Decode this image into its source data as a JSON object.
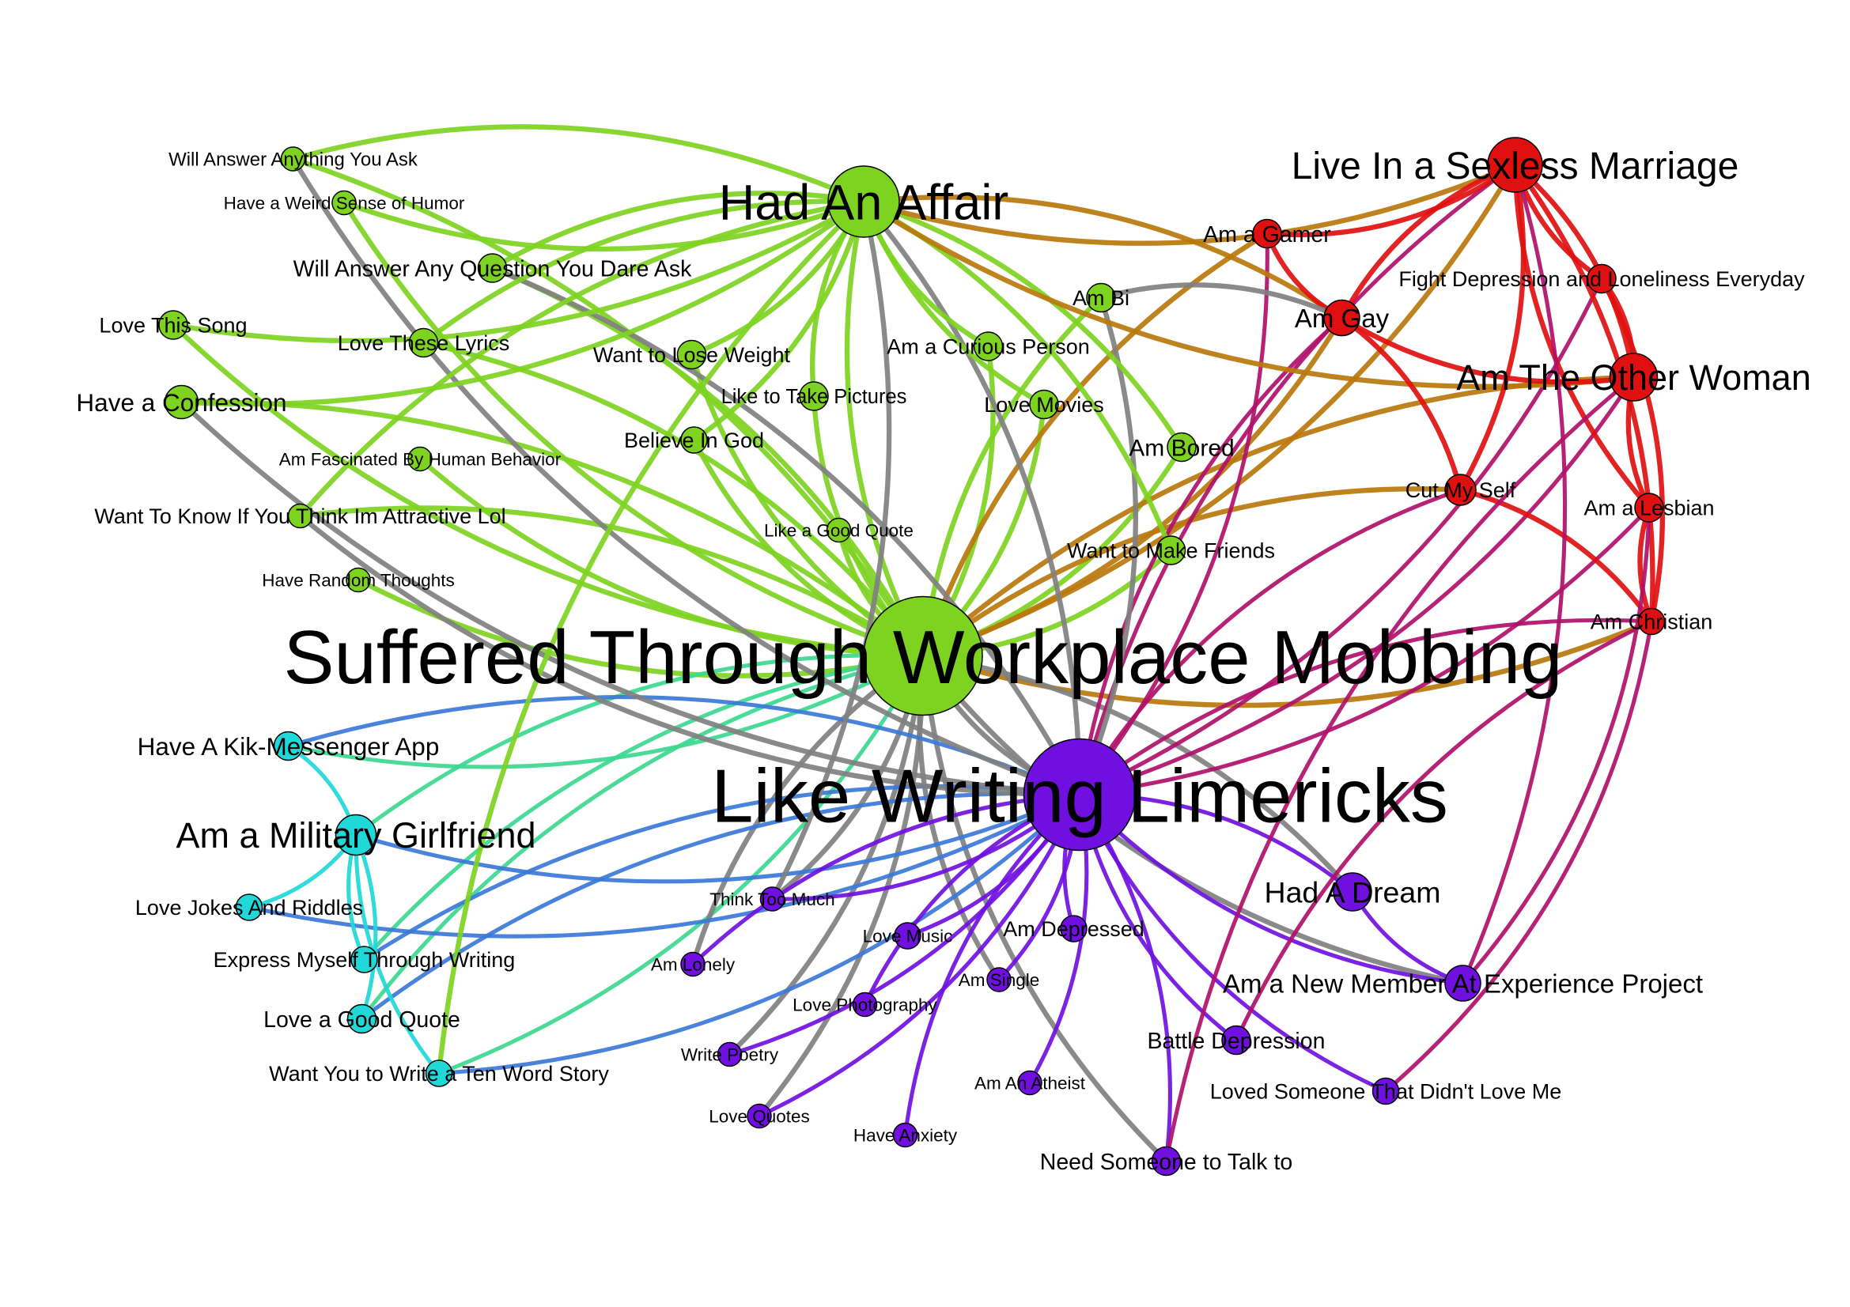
{
  "title": "",
  "community_colors": {
    "green": "#7ed321",
    "red": "#e01010",
    "purple": "#7010e0",
    "cyan": "#20d8d8",
    "brown": "#b8780c",
    "magenta": "#b0106a",
    "gray": "#808080",
    "blue": "#3a78d8",
    "teal": "#3cd890"
  },
  "nodes": [
    {
      "id": "mobbing",
      "label": "Suffered Through Workplace Mobbing",
      "group": "green"
    },
    {
      "id": "limericks",
      "label": "Like Writing Limericks",
      "group": "purple"
    },
    {
      "id": "affair",
      "label": "Had An Affair",
      "group": "green"
    },
    {
      "id": "sexless",
      "label": "Live In a Sexless Marriage",
      "group": "red"
    },
    {
      "id": "otherwoman",
      "label": "Am The Other Woman",
      "group": "red"
    },
    {
      "id": "military",
      "label": "Am a Military Girlfriend",
      "group": "cyan"
    },
    {
      "id": "dream",
      "label": "Had A Dream",
      "group": "purple"
    },
    {
      "id": "newmember",
      "label": "Am a New Member At Experience Project",
      "group": "purple"
    },
    {
      "id": "gay",
      "label": "Am Gay",
      "group": "red"
    },
    {
      "id": "gamer",
      "label": "Am a Gamer",
      "group": "red"
    },
    {
      "id": "fightdep",
      "label": "Fight Depression and Loneliness Everyday",
      "group": "red"
    },
    {
      "id": "cutmyself",
      "label": "Cut My Self",
      "group": "red"
    },
    {
      "id": "lesbian",
      "label": "Am a Lesbian",
      "group": "red"
    },
    {
      "id": "christian",
      "label": "Am Christian",
      "group": "red"
    },
    {
      "id": "willanswer",
      "label": "Will Answer Anything You Ask",
      "group": "green"
    },
    {
      "id": "weirdhumor",
      "label": "Have a Weird Sense of Humor",
      "group": "green"
    },
    {
      "id": "dareask",
      "label": "Will Answer Any Question You Dare Ask",
      "group": "green"
    },
    {
      "id": "lovesong",
      "label": "Love This Song",
      "group": "green"
    },
    {
      "id": "lyrics",
      "label": "Love These Lyrics",
      "group": "green"
    },
    {
      "id": "loseweight",
      "label": "Want to Lose Weight",
      "group": "green"
    },
    {
      "id": "curious",
      "label": "Am a Curious Person",
      "group": "green"
    },
    {
      "id": "bi",
      "label": "Am Bi",
      "group": "green"
    },
    {
      "id": "confession",
      "label": "Have a Confession",
      "group": "green"
    },
    {
      "id": "pictures",
      "label": "Like to Take Pictures",
      "group": "green"
    },
    {
      "id": "movies",
      "label": "Love Movies",
      "group": "green"
    },
    {
      "id": "god",
      "label": "Believe In God",
      "group": "green"
    },
    {
      "id": "bored",
      "label": "Am Bored",
      "group": "green"
    },
    {
      "id": "fascinated",
      "label": "Am Fascinated By Human Behavior",
      "group": "green"
    },
    {
      "id": "attractive",
      "label": "Want To Know If You Think Im Attractive Lol",
      "group": "green"
    },
    {
      "id": "goodquote",
      "label": "Like a Good Quote",
      "group": "green"
    },
    {
      "id": "friends",
      "label": "Want to Make Friends",
      "group": "green"
    },
    {
      "id": "random",
      "label": "Have Random Thoughts",
      "group": "green"
    },
    {
      "id": "kik",
      "label": "Have A Kik-Messenger App",
      "group": "cyan"
    },
    {
      "id": "jokes",
      "label": "Love Jokes And Riddles",
      "group": "cyan"
    },
    {
      "id": "expresswriting",
      "label": "Express Myself Through Writing",
      "group": "cyan"
    },
    {
      "id": "lovegoodquote",
      "label": "Love a Good Quote",
      "group": "cyan"
    },
    {
      "id": "tenword",
      "label": "Want You to Write a Ten Word Story",
      "group": "cyan"
    },
    {
      "id": "thinktoo",
      "label": "Think Too Much",
      "group": "purple"
    },
    {
      "id": "lonely",
      "label": "Am Lonely",
      "group": "purple"
    },
    {
      "id": "music",
      "label": "Love Music",
      "group": "purple"
    },
    {
      "id": "depressed",
      "label": "Am Depressed",
      "group": "purple"
    },
    {
      "id": "single",
      "label": "Am Single",
      "group": "purple"
    },
    {
      "id": "photography",
      "label": "Love Photography",
      "group": "purple"
    },
    {
      "id": "poetry",
      "label": "Write Poetry",
      "group": "purple"
    },
    {
      "id": "battle",
      "label": "Battle Depression",
      "group": "purple"
    },
    {
      "id": "atheist",
      "label": "Am An Atheist",
      "group": "purple"
    },
    {
      "id": "lovedsomeone",
      "label": "Loved Someone That Didn't Love Me",
      "group": "purple"
    },
    {
      "id": "quotes",
      "label": "Love Quotes",
      "group": "purple"
    },
    {
      "id": "anxiety",
      "label": "Have Anxiety",
      "group": "purple"
    },
    {
      "id": "talkto",
      "label": "Need Someone to Talk to",
      "group": "purple"
    }
  ],
  "edges": [
    [
      "mobbing",
      "limericks",
      "gray"
    ],
    [
      "mobbing",
      "affair",
      "green"
    ],
    [
      "mobbing",
      "willanswer",
      "green"
    ],
    [
      "mobbing",
      "weirdhumor",
      "green"
    ],
    [
      "mobbing",
      "dareask",
      "green"
    ],
    [
      "mobbing",
      "lovesong",
      "green"
    ],
    [
      "mobbing",
      "lyrics",
      "green"
    ],
    [
      "mobbing",
      "loseweight",
      "green"
    ],
    [
      "mobbing",
      "curious",
      "green"
    ],
    [
      "mobbing",
      "bi",
      "green"
    ],
    [
      "mobbing",
      "confession",
      "green"
    ],
    [
      "mobbing",
      "pictures",
      "green"
    ],
    [
      "mobbing",
      "movies",
      "green"
    ],
    [
      "mobbing",
      "god",
      "green"
    ],
    [
      "mobbing",
      "bored",
      "green"
    ],
    [
      "mobbing",
      "fascinated",
      "green"
    ],
    [
      "mobbing",
      "attractive",
      "green"
    ],
    [
      "mobbing",
      "goodquote",
      "green"
    ],
    [
      "mobbing",
      "friends",
      "green"
    ],
    [
      "mobbing",
      "random",
      "green"
    ],
    [
      "mobbing",
      "sexless",
      "brown"
    ],
    [
      "mobbing",
      "otherwoman",
      "brown"
    ],
    [
      "mobbing",
      "gay",
      "brown"
    ],
    [
      "mobbing",
      "gamer",
      "brown"
    ],
    [
      "mobbing",
      "christian",
      "brown"
    ],
    [
      "mobbing",
      "cutmyself",
      "brown"
    ],
    [
      "mobbing",
      "military",
      "teal"
    ],
    [
      "mobbing",
      "kik",
      "teal"
    ],
    [
      "mobbing",
      "expresswriting",
      "teal"
    ],
    [
      "mobbing",
      "tenword",
      "teal"
    ],
    [
      "mobbing",
      "lovegoodquote",
      "teal"
    ],
    [
      "mobbing",
      "thinktoo",
      "gray"
    ],
    [
      "mobbing",
      "newmember",
      "gray"
    ],
    [
      "mobbing",
      "dream",
      "gray"
    ],
    [
      "mobbing",
      "talkto",
      "gray"
    ],
    [
      "mobbing",
      "poetry",
      "gray"
    ],
    [
      "mobbing",
      "lonely",
      "gray"
    ],
    [
      "mobbing",
      "quotes",
      "gray"
    ],
    [
      "mobbing",
      "single",
      "gray"
    ],
    [
      "limericks",
      "sexless",
      "magenta"
    ],
    [
      "limericks",
      "otherwoman",
      "magenta"
    ],
    [
      "limericks",
      "gay",
      "magenta"
    ],
    [
      "limericks",
      "fightdep",
      "magenta"
    ],
    [
      "limericks",
      "cutmyself",
      "magenta"
    ],
    [
      "limericks",
      "lesbian",
      "magenta"
    ],
    [
      "limericks",
      "christian",
      "magenta"
    ],
    [
      "limericks",
      "gamer",
      "magenta"
    ],
    [
      "limericks",
      "military",
      "blue"
    ],
    [
      "limericks",
      "kik",
      "blue"
    ],
    [
      "limericks",
      "jokes",
      "blue"
    ],
    [
      "limericks",
      "lovegoodquote",
      "blue"
    ],
    [
      "limericks",
      "tenword",
      "blue"
    ],
    [
      "limericks",
      "expresswriting",
      "blue"
    ],
    [
      "limericks",
      "dream",
      "purple"
    ],
    [
      "limericks",
      "newmember",
      "purple"
    ],
    [
      "limericks",
      "thinktoo",
      "purple"
    ],
    [
      "limericks",
      "lonely",
      "purple"
    ],
    [
      "limericks",
      "music",
      "purple"
    ],
    [
      "limericks",
      "depressed",
      "purple"
    ],
    [
      "limericks",
      "single",
      "purple"
    ],
    [
      "limericks",
      "photography",
      "purple"
    ],
    [
      "limericks",
      "poetry",
      "purple"
    ],
    [
      "limericks",
      "battle",
      "purple"
    ],
    [
      "limericks",
      "atheist",
      "purple"
    ],
    [
      "limericks",
      "lovedsomeone",
      "purple"
    ],
    [
      "limericks",
      "quotes",
      "purple"
    ],
    [
      "limericks",
      "anxiety",
      "purple"
    ],
    [
      "limericks",
      "talkto",
      "purple"
    ],
    [
      "limericks",
      "affair",
      "gray"
    ],
    [
      "limericks",
      "willanswer",
      "gray"
    ],
    [
      "limericks",
      "dareask",
      "gray"
    ],
    [
      "limericks",
      "confession",
      "gray"
    ],
    [
      "limericks",
      "bi",
      "gray"
    ],
    [
      "limericks",
      "attractive",
      "gray"
    ],
    [
      "affair",
      "willanswer",
      "green"
    ],
    [
      "affair",
      "weirdhumor",
      "green"
    ],
    [
      "affair",
      "dareask",
      "green"
    ],
    [
      "affair",
      "lovesong",
      "green"
    ],
    [
      "affair",
      "lyrics",
      "green"
    ],
    [
      "affair",
      "confession",
      "green"
    ],
    [
      "affair",
      "attractive",
      "green"
    ],
    [
      "affair",
      "loseweight",
      "green"
    ],
    [
      "affair",
      "pictures",
      "green"
    ],
    [
      "affair",
      "god",
      "green"
    ],
    [
      "affair",
      "movies",
      "green"
    ],
    [
      "affair",
      "bored",
      "green"
    ],
    [
      "affair",
      "curious",
      "green"
    ],
    [
      "affair",
      "friends",
      "green"
    ],
    [
      "affair",
      "sexless",
      "brown"
    ],
    [
      "affair",
      "gay",
      "brown"
    ],
    [
      "affair",
      "otherwoman",
      "brown"
    ],
    [
      "affair",
      "thinktoo",
      "gray"
    ],
    [
      "affair",
      "tenword",
      "green"
    ],
    [
      "sexless",
      "gamer",
      "red"
    ],
    [
      "sexless",
      "gay",
      "red"
    ],
    [
      "sexless",
      "otherwoman",
      "red"
    ],
    [
      "sexless",
      "fightdep",
      "red"
    ],
    [
      "sexless",
      "cutmyself",
      "red"
    ],
    [
      "sexless",
      "lesbian",
      "red"
    ],
    [
      "sexless",
      "christian",
      "red"
    ],
    [
      "gay",
      "otherwoman",
      "red"
    ],
    [
      "gay",
      "cutmyself",
      "red"
    ],
    [
      "gamer",
      "gay",
      "red"
    ],
    [
      "fightdep",
      "otherwoman",
      "red"
    ],
    [
      "otherwoman",
      "lesbian",
      "red"
    ],
    [
      "cutmyself",
      "christian",
      "red"
    ],
    [
      "lesbian",
      "christian",
      "red"
    ],
    [
      "fightdep",
      "christian",
      "red"
    ],
    [
      "military",
      "kik",
      "cyan"
    ],
    [
      "military",
      "jokes",
      "cyan"
    ],
    [
      "military",
      "expresswriting",
      "cyan"
    ],
    [
      "military",
      "lovegoodquote",
      "cyan"
    ],
    [
      "military",
      "tenword",
      "cyan"
    ],
    [
      "bi",
      "gay",
      "gray"
    ],
    [
      "dream",
      "newmember",
      "purple"
    ],
    [
      "sexless",
      "newmember",
      "magenta"
    ],
    [
      "otherwoman",
      "talkto",
      "magenta"
    ],
    [
      "christian",
      "lovedsomeone",
      "magenta"
    ],
    [
      "christian",
      "battle",
      "magenta"
    ],
    [
      "lesbian",
      "newmember",
      "magenta"
    ]
  ]
}
